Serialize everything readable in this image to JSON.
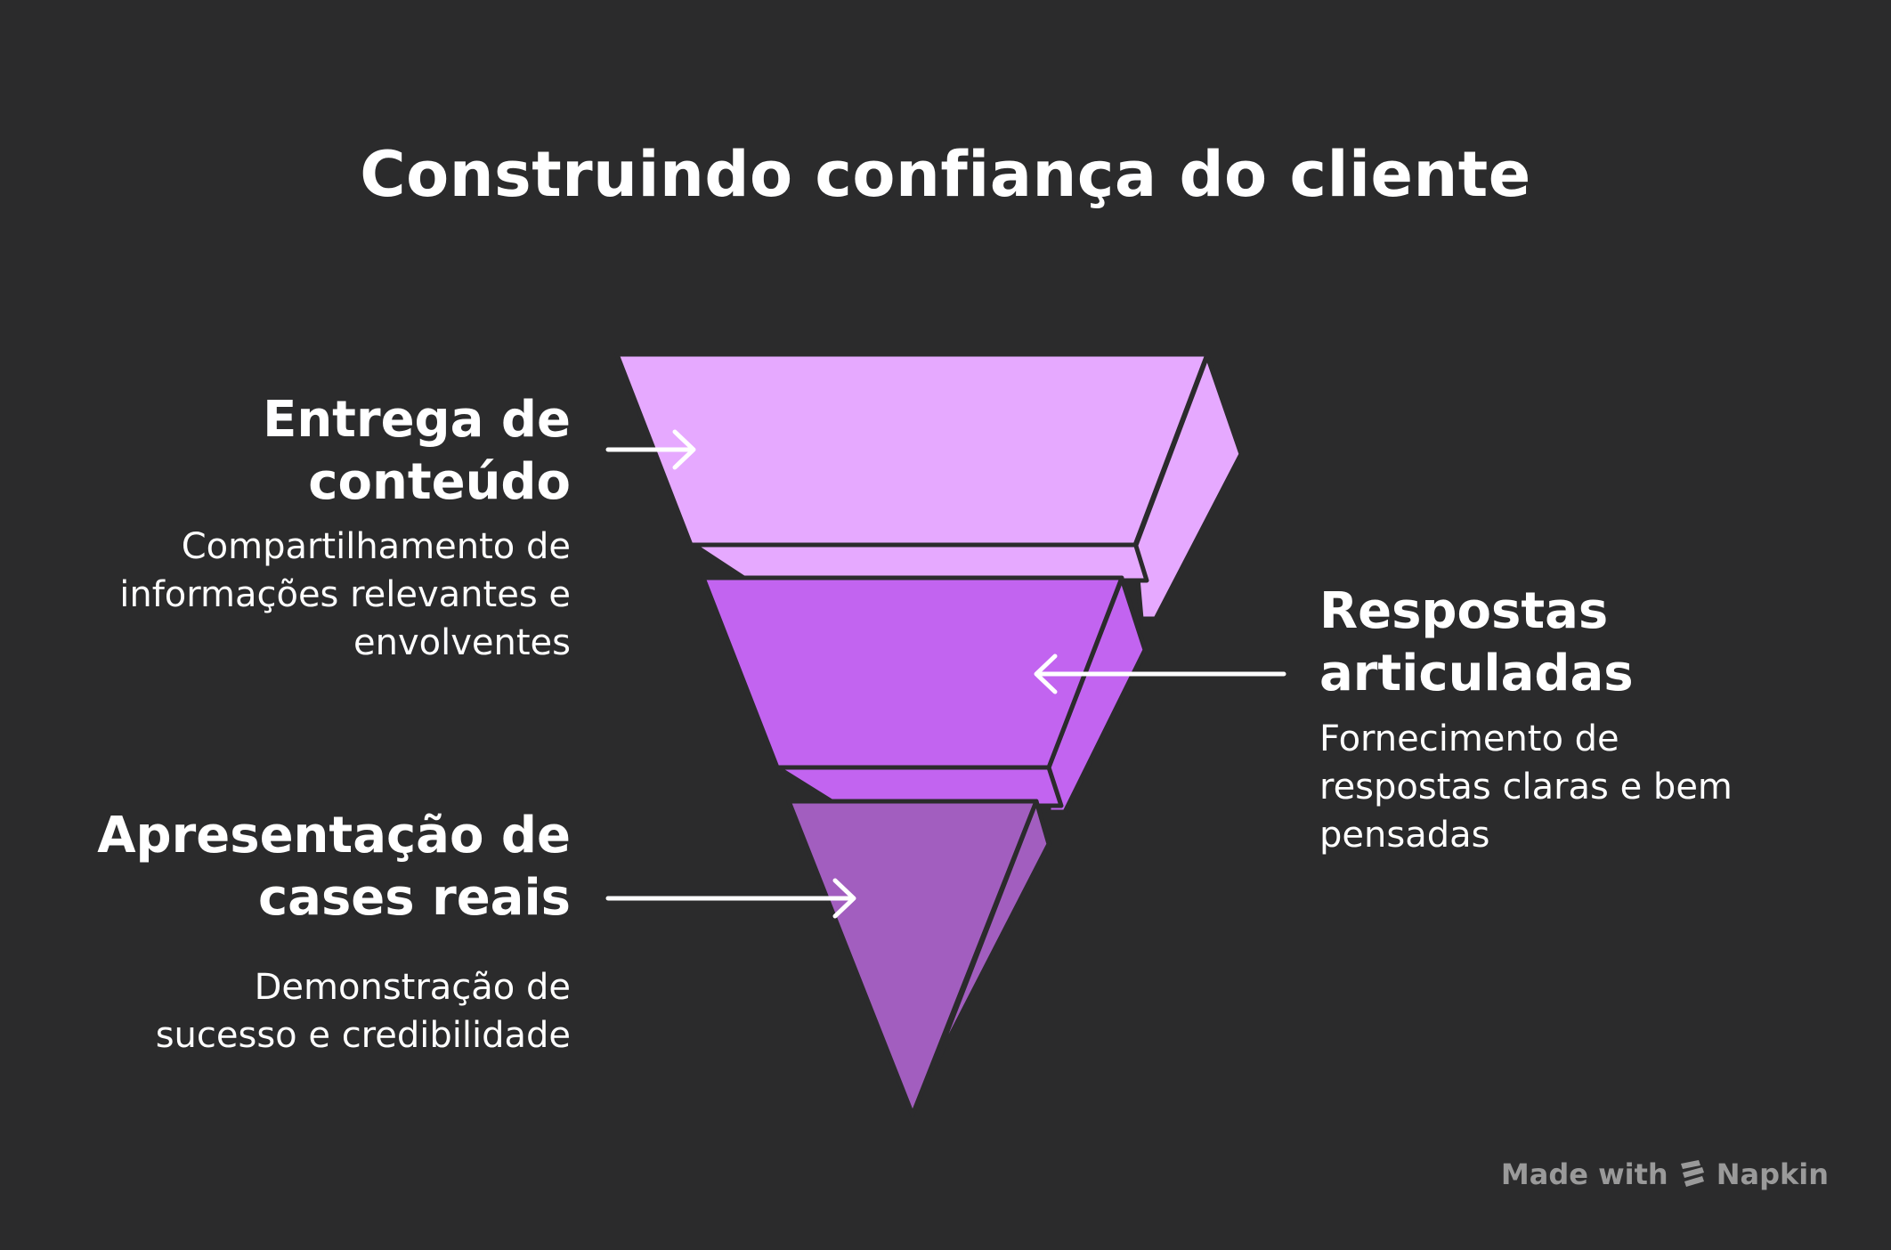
{
  "title": "Construindo confiança do cliente",
  "stages": [
    {
      "title_line1": "Entrega de",
      "title_line2": "conteúdo",
      "desc_line1": "Compartilhamento de",
      "desc_line2": "informações relevantes e",
      "desc_line3": "envolventes",
      "color": "#e6a9ff"
    },
    {
      "title_line1": "Respostas",
      "title_line2": "articuladas",
      "desc_line1": "Fornecimento de",
      "desc_line2": "respostas claras e bem",
      "desc_line3": "pensadas",
      "color": "#c264f0"
    },
    {
      "title_line1": "Apresentação de",
      "title_line2": "cases reais",
      "desc_line1": "Demonstração de",
      "desc_line2": "sucesso e credibilidade",
      "color": "#a25ebf"
    }
  ],
  "footer": {
    "made_with": "Made with",
    "brand": "Napkin",
    "icon": "napkin-logo-icon"
  },
  "colors": {
    "background": "#2b2b2c",
    "outline": "#2b2b2c",
    "text": "#ffffff",
    "footer_text": "#9a9a9a"
  }
}
